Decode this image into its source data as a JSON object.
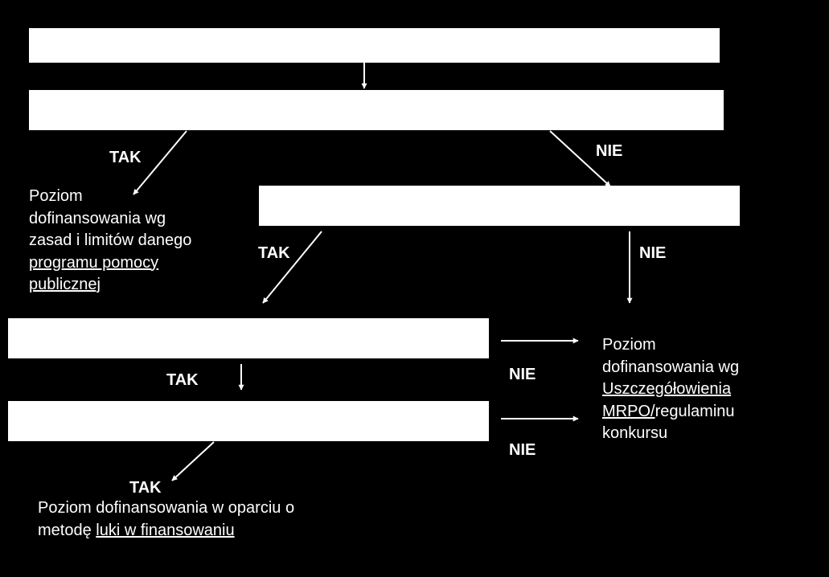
{
  "colors": {
    "background": "#000000",
    "box_fill": "#ffffff",
    "text": "#ffffff"
  },
  "labels": {
    "tak_1": "TAK",
    "nie_1": "NIE",
    "tak_2": "TAK",
    "nie_2": "NIE",
    "tak_3": "TAK",
    "nie_3": "NIE",
    "nie_4": "NIE",
    "tak_4": "TAK"
  },
  "outcomes": {
    "program": {
      "line1": "Poziom",
      "line2": "dofinansowania wg",
      "line3": "zasad i limitów danego",
      "line4": "programu pomocy",
      "line5": "publicznej"
    },
    "mrpo": {
      "line1": "Poziom",
      "line2": "dofinansowania wg",
      "line3": "Uszczegółowienia",
      "line4a": "MRPO/",
      "line4b": "regulaminu",
      "line5": "konkursu"
    },
    "funding_gap": {
      "line1": "Poziom dofinansowania w oparciu o",
      "line2a": "metodę ",
      "line2b": "luki w finansowaniu"
    }
  }
}
